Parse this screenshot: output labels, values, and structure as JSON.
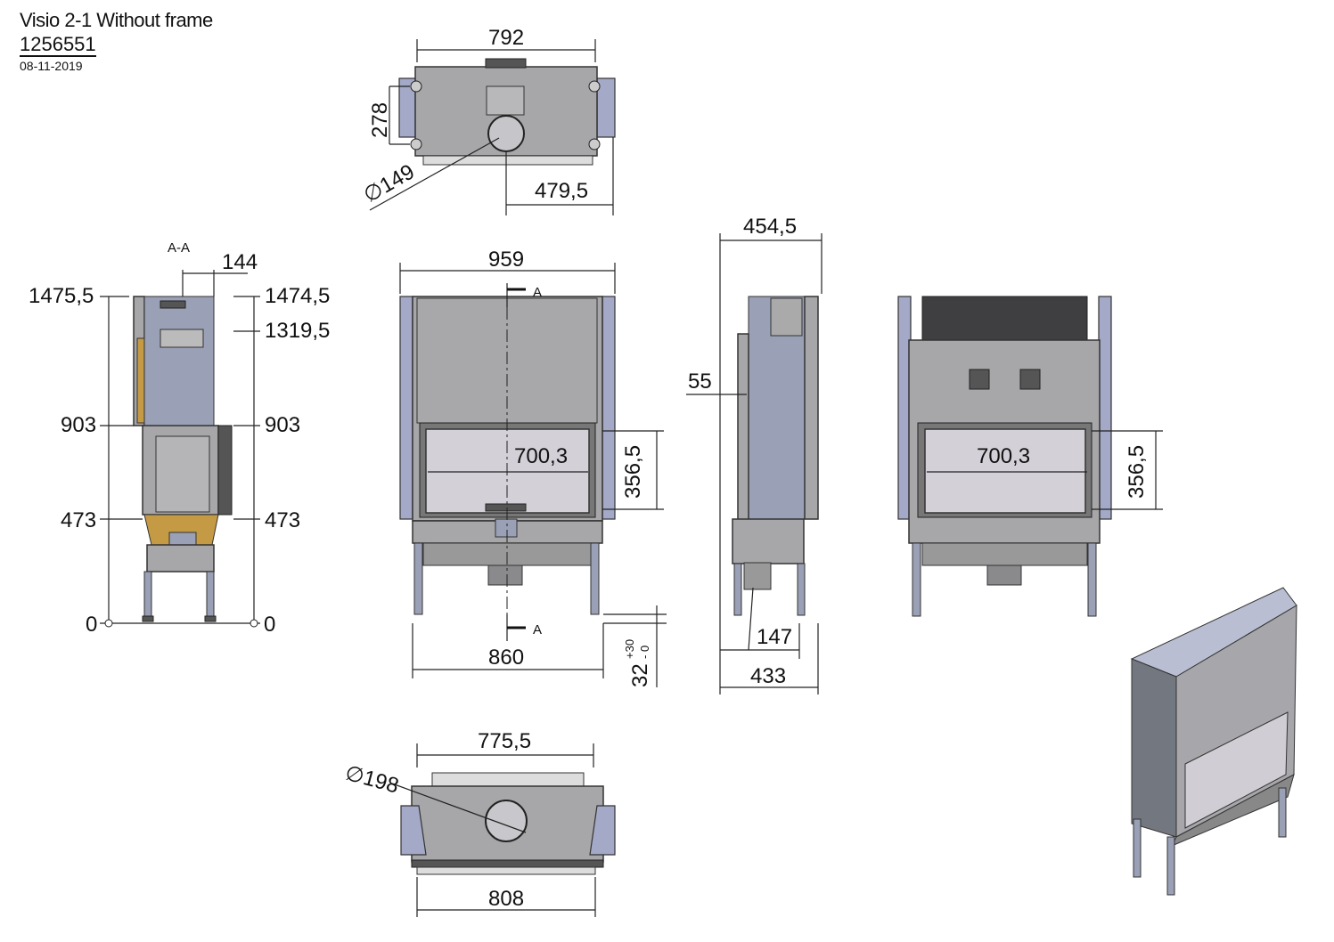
{
  "header": {
    "title": "Visio 2-1 Without frame",
    "code": "1256551",
    "date": "08-11-2019"
  },
  "top_view": {
    "width": "792",
    "depth": "278",
    "flue_diameter": "∅149",
    "flue_offset": "479,5"
  },
  "section_view": {
    "label": "A-A",
    "offset": "144",
    "h_left_top": "1475,5",
    "h_right_top": "1474,5",
    "h_flue": "1319,5",
    "h_left_mid": "903",
    "h_right_mid": "903",
    "h_left_low": "473",
    "h_right_low": "473",
    "zero_left": "0",
    "zero_right": "0"
  },
  "front_view": {
    "width": "959",
    "glass_width": "700,3",
    "glass_height": "356,5",
    "leg_span": "860",
    "leg_adjust": "32",
    "tol_plus": "+30",
    "tol_minus": "- 0",
    "section_mark_top": "A",
    "section_mark_bottom": "A"
  },
  "side_view": {
    "depth": "454,5",
    "offset": "55",
    "flue": "147",
    "base_depth": "433"
  },
  "back_view": {
    "glass_width": "700,3",
    "glass_height": "356,5"
  },
  "bottom_view": {
    "width": "775,5",
    "diameter": "∅198",
    "base_width": "808"
  }
}
